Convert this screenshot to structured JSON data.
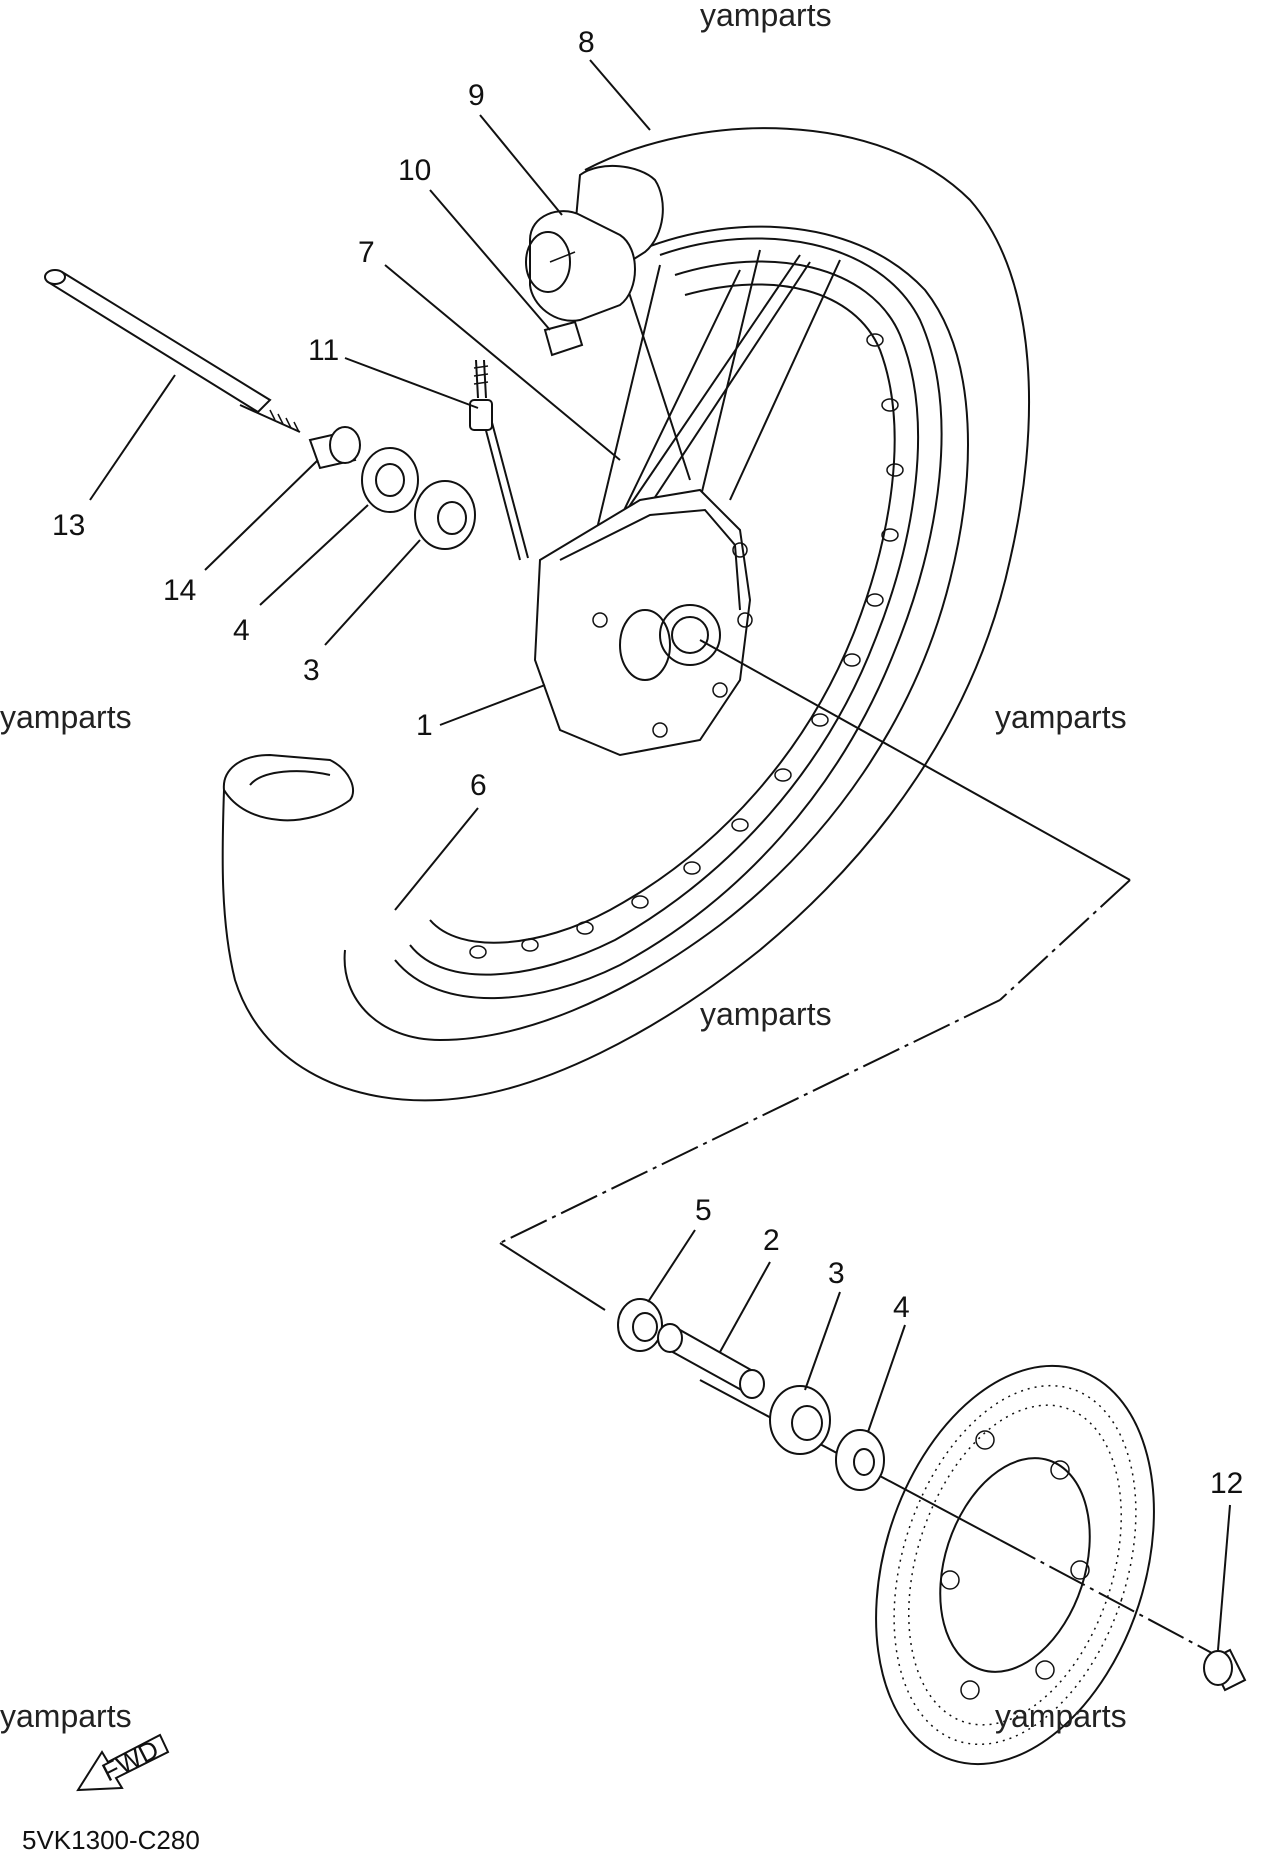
{
  "diagram": {
    "code": "5VK1300-C280",
    "watermarks": [
      "yamparts",
      "yamparts",
      "yamparts",
      "yamparts",
      "yamparts",
      "yamparts"
    ],
    "fwd_label": "FWD",
    "callouts": [
      "8",
      "9",
      "10",
      "7",
      "11",
      "13",
      "14",
      "4",
      "3",
      "1",
      "6",
      "5",
      "2",
      "3",
      "4",
      "12"
    ]
  }
}
